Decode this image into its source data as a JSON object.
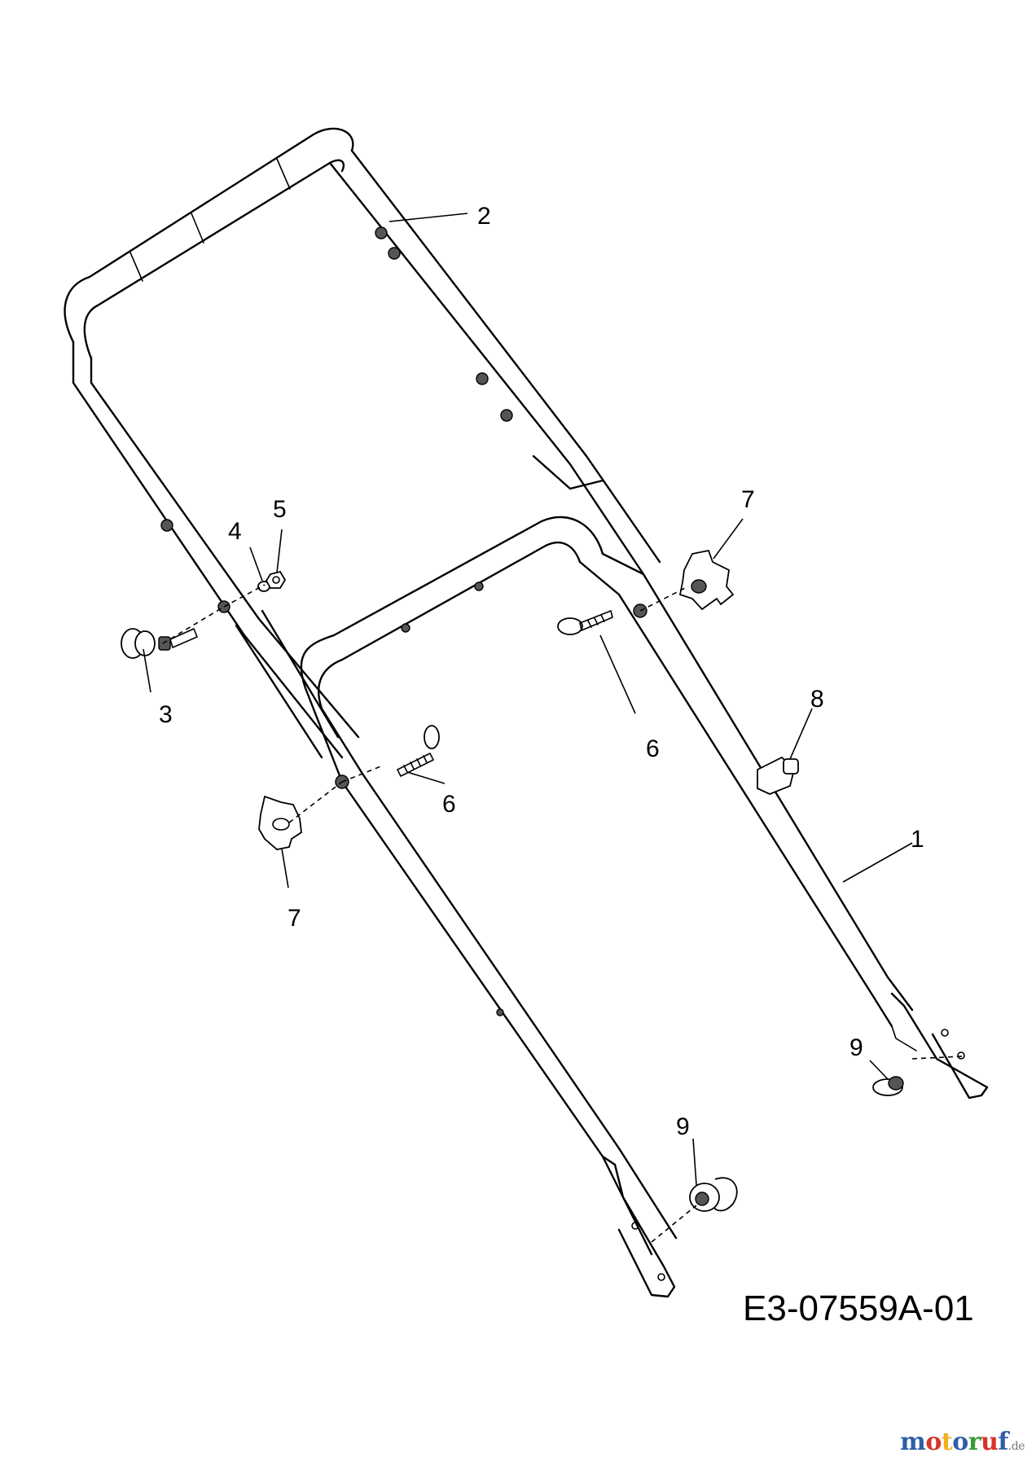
{
  "callouts": {
    "c1": "1",
    "c2": "2",
    "c3": "3",
    "c4": "4",
    "c5": "5",
    "c6a": "6",
    "c6b": "6",
    "c7a": "7",
    "c7b": "7",
    "c8": "8",
    "c9a": "9",
    "c9b": "9"
  },
  "drawing_code": "E3-07559A-01",
  "watermark": {
    "text": "motoruf",
    "domain": ".de",
    "letter_colors": [
      "#2f5da8",
      "#d6342c",
      "#f2b01e",
      "#2f5da8",
      "#3c9a3c",
      "#d6342c",
      "#2f5da8"
    ]
  }
}
